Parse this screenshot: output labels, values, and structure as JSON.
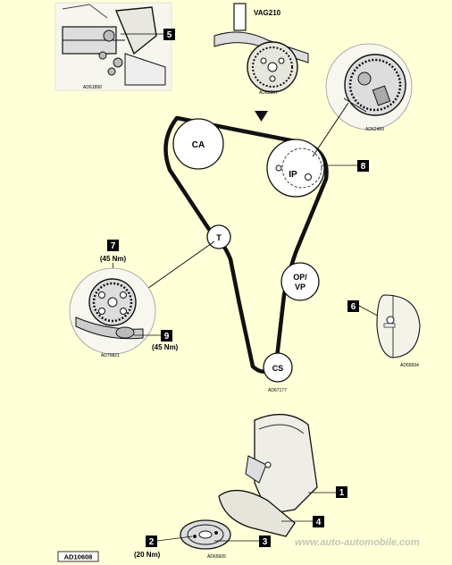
{
  "pulleys": {
    "ca": "CA",
    "ip": "IP",
    "t": "T",
    "opvp_line1": "OP/",
    "opvp_line2": "VP",
    "cs": "CS"
  },
  "callouts": {
    "c1": "1",
    "c2": "2",
    "c3": "3",
    "c4": "4",
    "c5": "5",
    "c6": "6",
    "c7": "7",
    "c8": "8",
    "c9": "9"
  },
  "torques": {
    "t7": "(45 Nm)",
    "t9": "(45 Nm)",
    "t2": "(20 Nm)"
  },
  "tool_label": "VAG210",
  "figure_id": "AD10608",
  "small_refs": {
    "r5": "AD61890",
    "rtool": "AD63007",
    "r8": "AD62489",
    "r7": "AD76821",
    "rmain": "AD67177",
    "r6": "AD65694",
    "r2": "AD65605"
  },
  "watermark": "www.auto-automobile.com"
}
